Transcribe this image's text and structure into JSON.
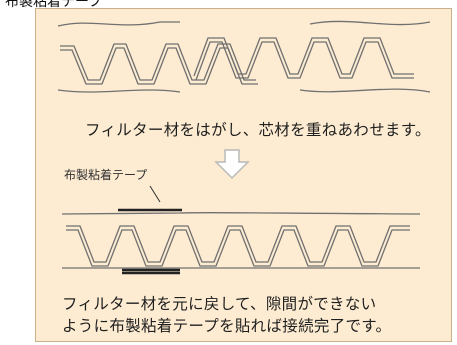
{
  "header": {
    "clipped_text": "布製粘着テープ"
  },
  "step1": {
    "caption": "フィルター材をはがし、芯材を重ねあわせます。"
  },
  "step2": {
    "tape_label": "布製粘着テープ",
    "caption_line1": "フィルター材を元に戻して、隙間ができない",
    "caption_line2": "ように布製粘着テープを貼れば接続完了です。"
  },
  "colors": {
    "panel_bg": "#fdecd2",
    "corrugation": "#6f6f6f",
    "arrow": "#c8c8c8",
    "tape": "#222222"
  },
  "icons": {
    "step_arrow": "down-arrow-icon"
  }
}
